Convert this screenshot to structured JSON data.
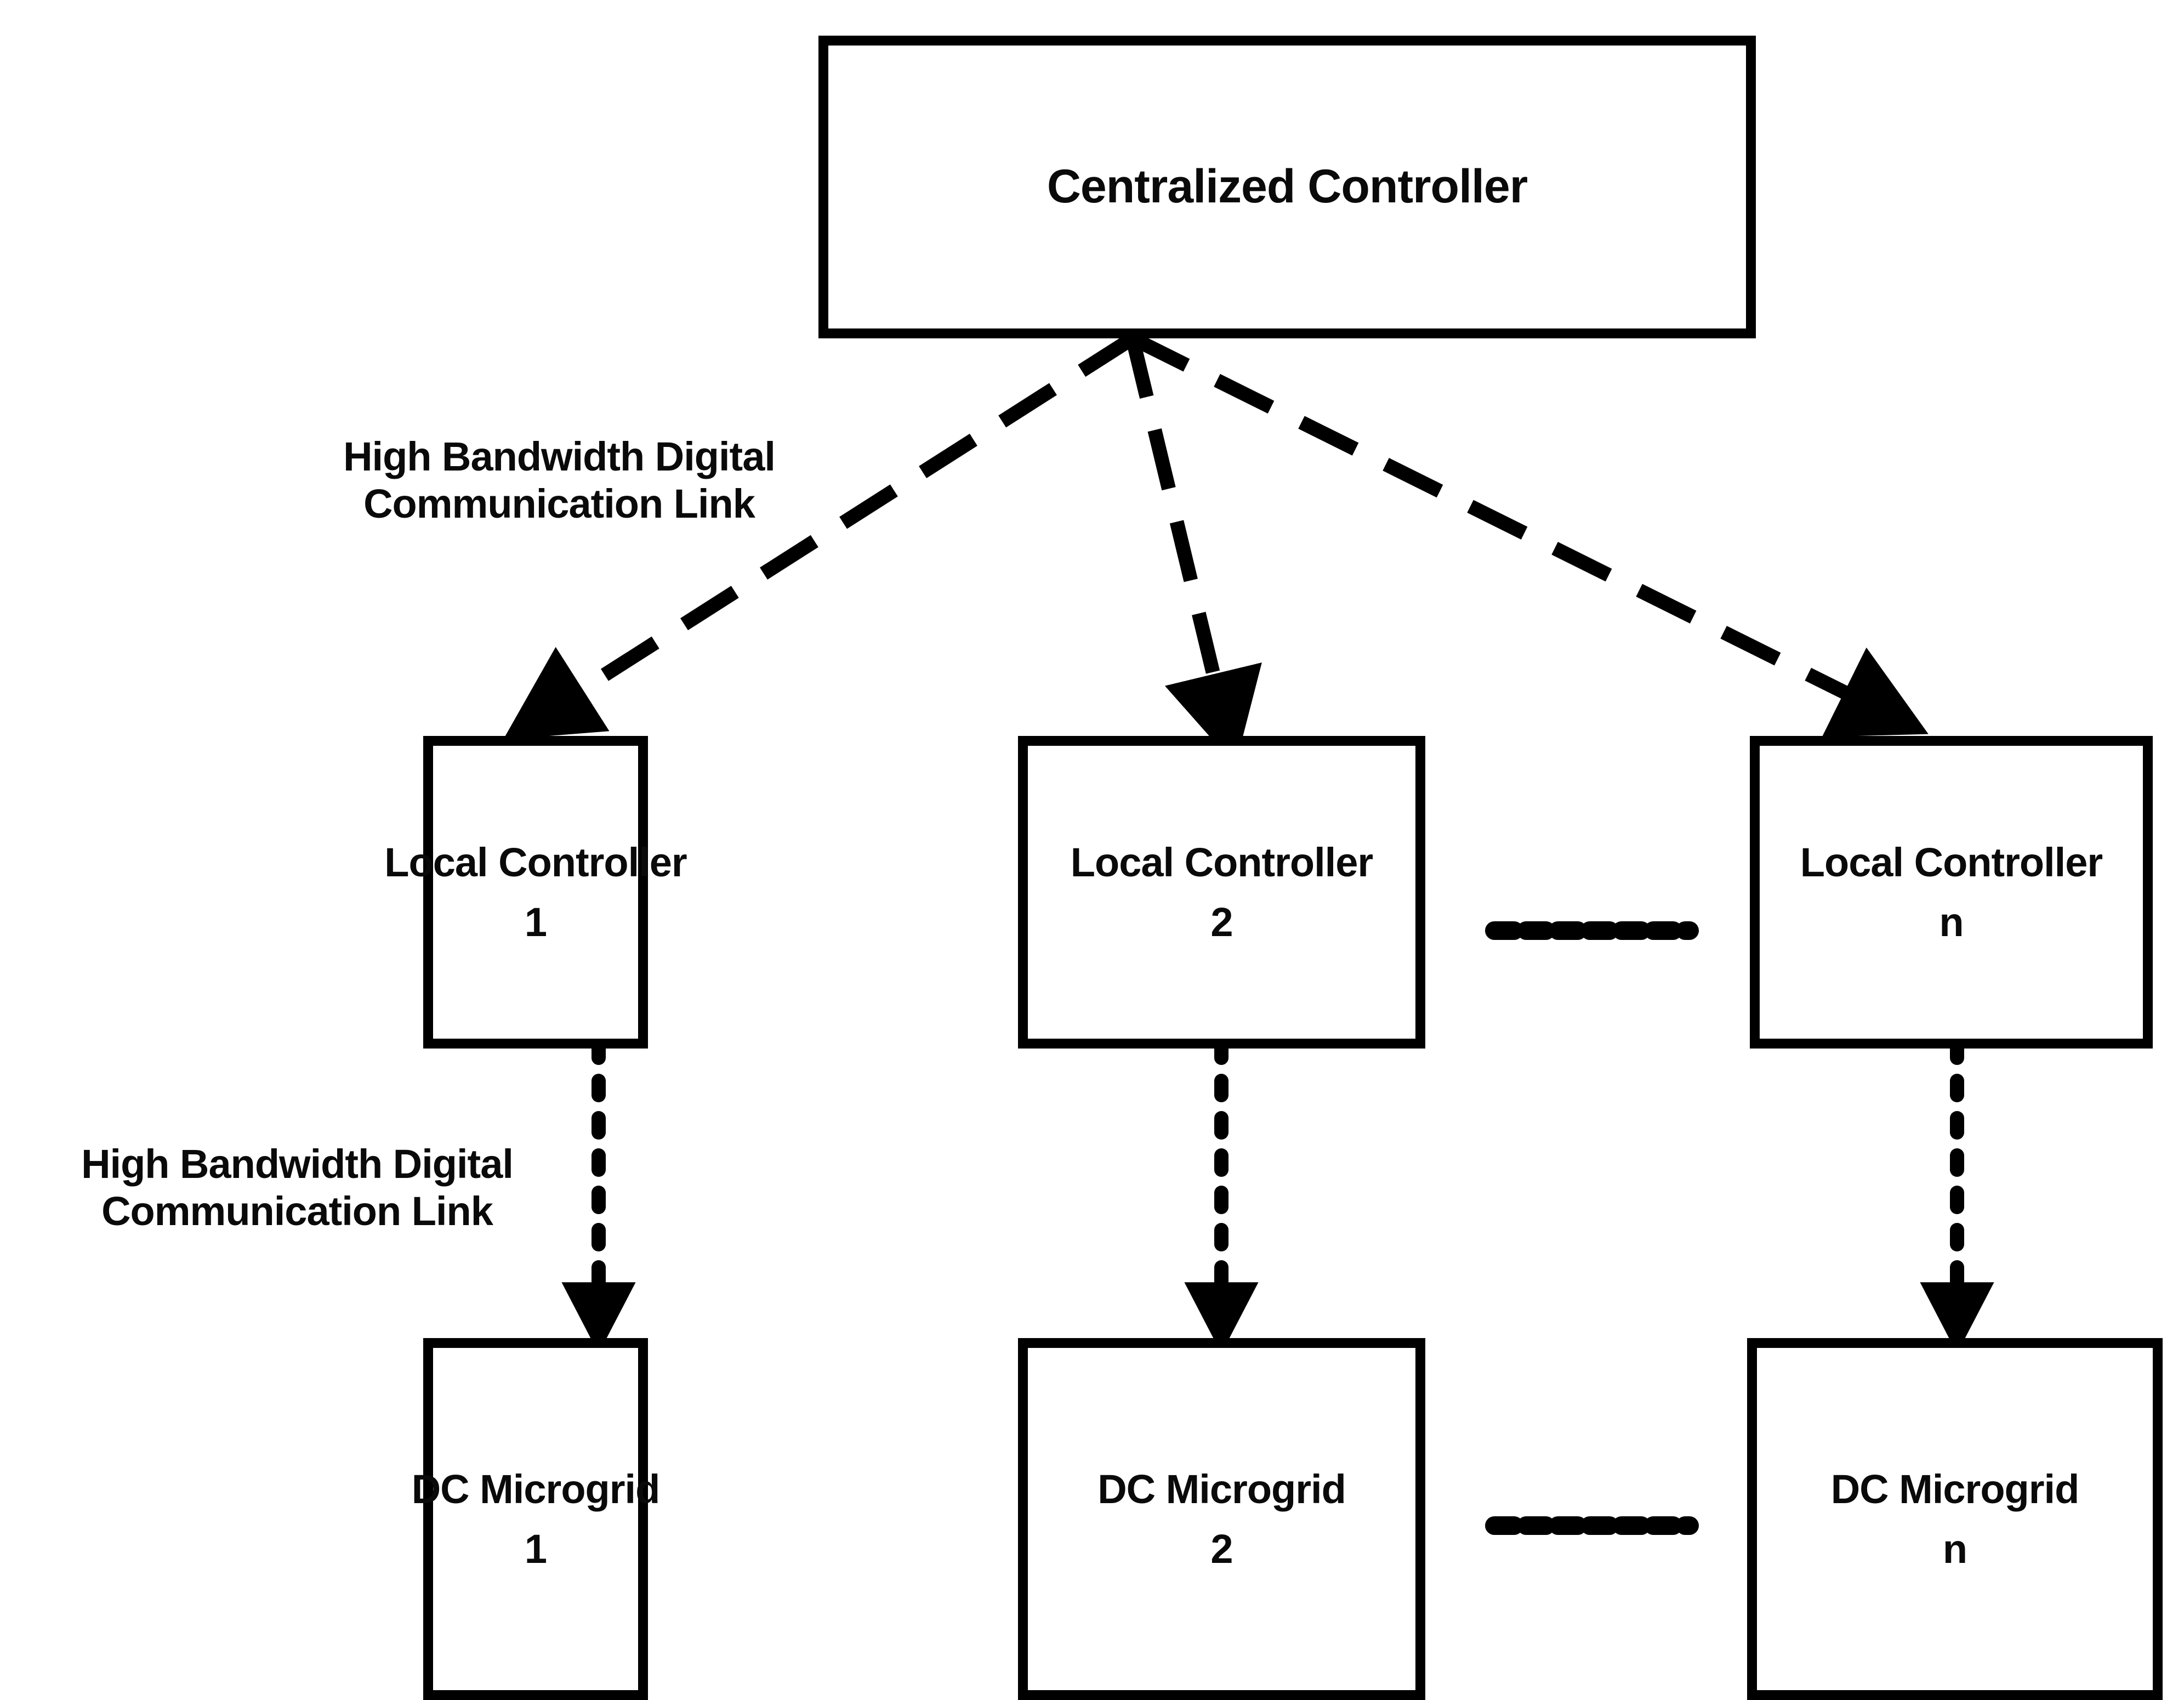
{
  "diagram": {
    "title_node": {
      "label": "Centralized Controller",
      "name": "centralized-controller"
    },
    "controller_row": [
      {
        "line1": "Local Controller",
        "line2": "1"
      },
      {
        "line1": "Local Controller",
        "line2": "2"
      },
      {
        "line1": "Local Controller",
        "line2": "n"
      }
    ],
    "microgrid_row": [
      {
        "line1": "DC Microgrid",
        "line2": "1"
      },
      {
        "line1": "DC Microgrid",
        "line2": "2"
      },
      {
        "line1": "DC Microgrid",
        "line2": "n"
      }
    ],
    "edge_labels": {
      "upper": {
        "line1": "High Bandwidth Digital",
        "line2": "Communication Link"
      },
      "lower": {
        "line1": "High Bandwidth Digital",
        "line2": "Communication Link"
      }
    },
    "ellipsis": {
      "controller_row": "·······",
      "microgrid_row": "·······"
    },
    "colors": {
      "stroke": "#000000",
      "text": "#0a0a0a",
      "background": "#ffffff"
    }
  }
}
